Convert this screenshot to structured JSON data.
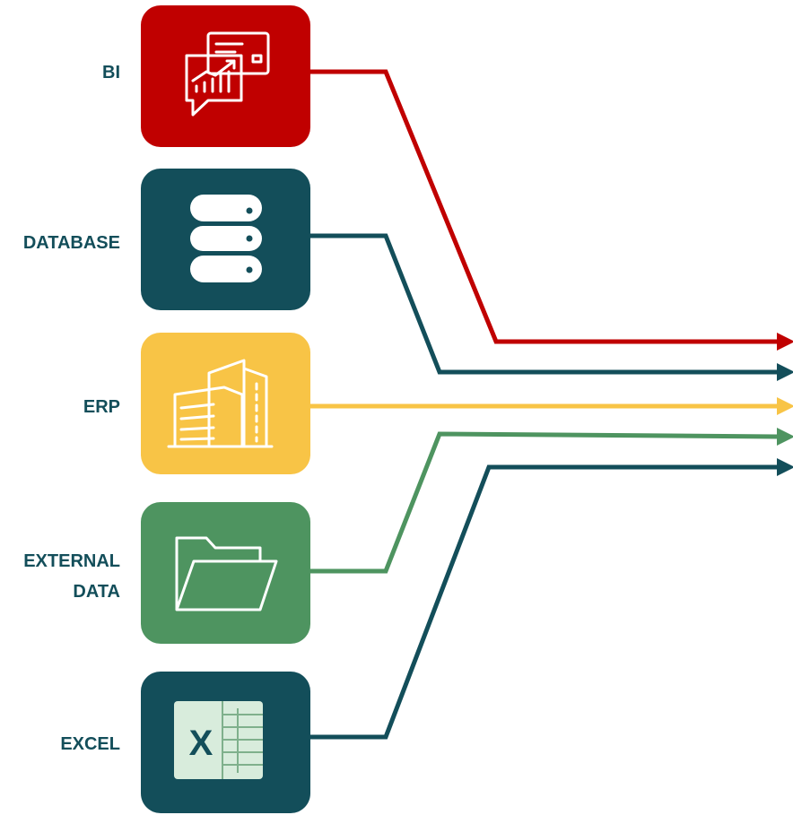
{
  "colors": {
    "label_text": "#134E5A",
    "icon_stroke": "#FFFFFF",
    "excel_sheet": "#D8ECDC",
    "excel_letter": "#134E5A",
    "excel_grid": "#7FB08C"
  },
  "sources": [
    {
      "id": "bi",
      "label": "BI",
      "icon": "analytics-chart-icon",
      "color": "#C00000"
    },
    {
      "id": "database",
      "label": "DATABASE",
      "icon": "database-icon",
      "color": "#134E5A"
    },
    {
      "id": "erp",
      "label": "ERP",
      "icon": "office-building-icon",
      "color": "#F8C446"
    },
    {
      "id": "external",
      "label_lines": [
        "EXTERNAL",
        "DATA"
      ],
      "icon": "folder-icon",
      "color": "#4E9460"
    },
    {
      "id": "excel",
      "label": "EXCEL",
      "icon": "excel-icon",
      "color": "#134E5A",
      "icon_letter": "X"
    }
  ]
}
